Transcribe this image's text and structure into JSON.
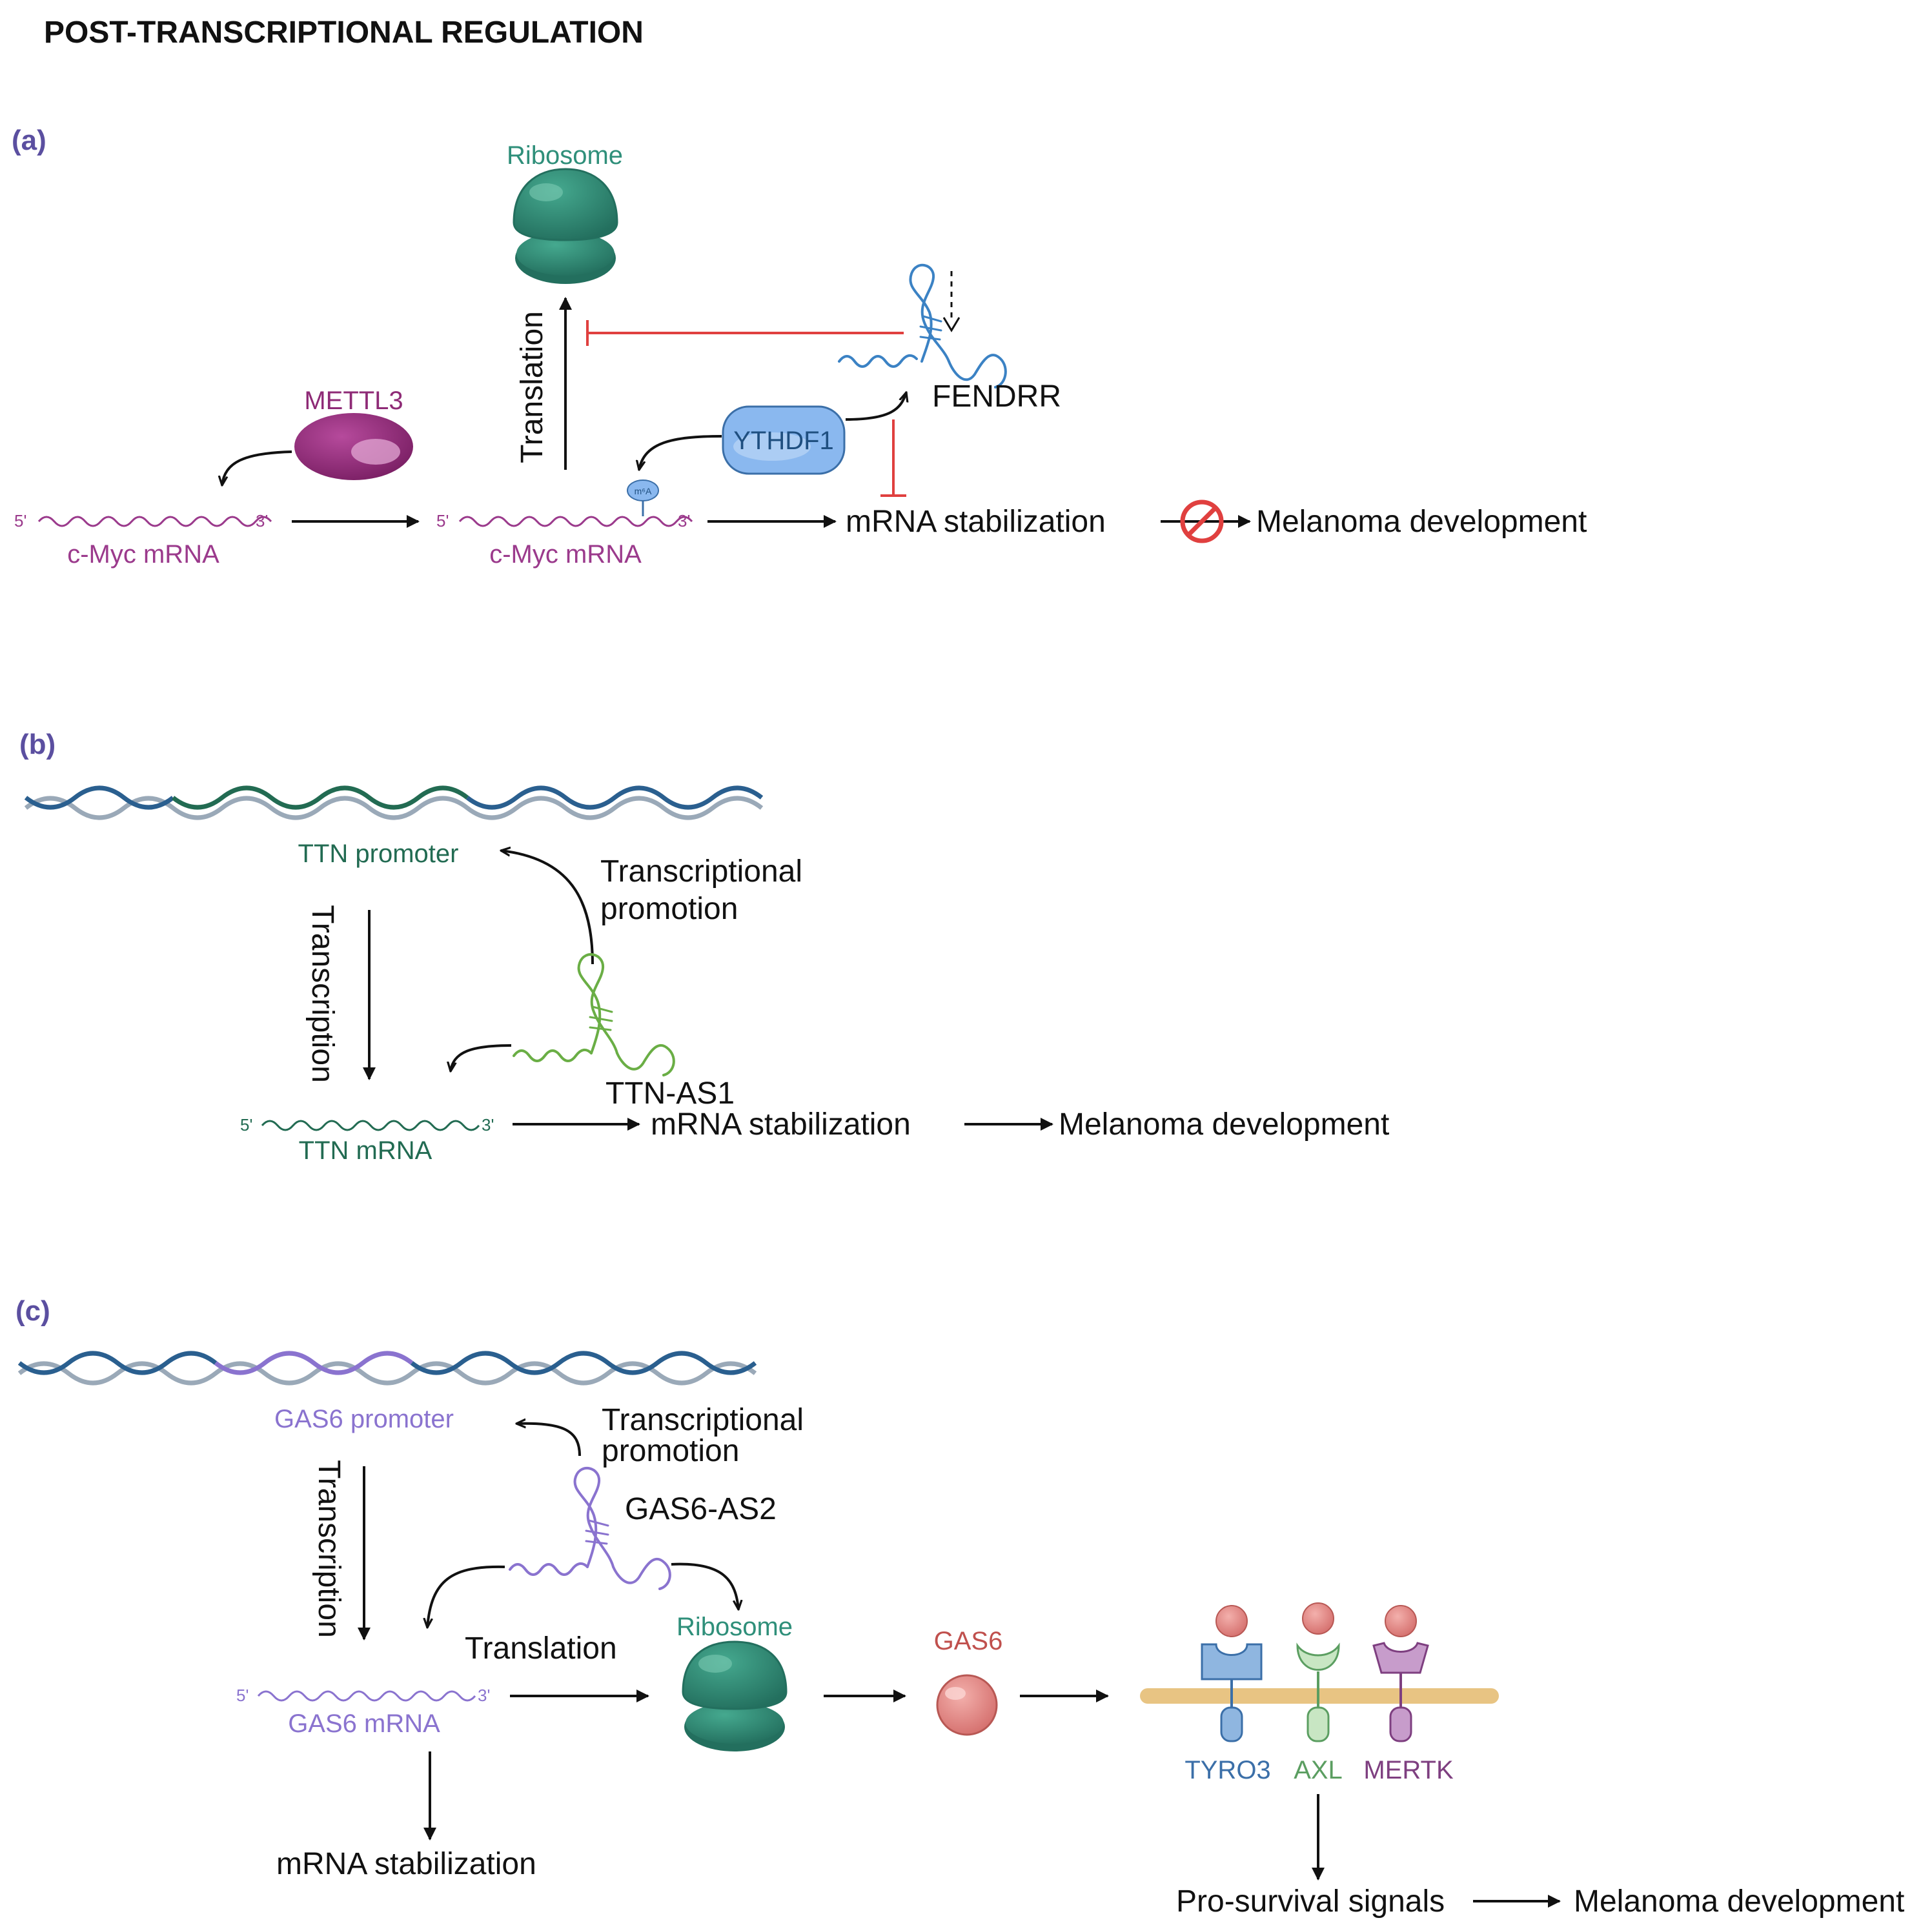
{
  "title": "POST-TRANSCRIPTIONAL REGULATION",
  "colors": {
    "panel_label": "#5b4fa0",
    "mettl3": "#8e2a76",
    "myc": "#9b3a8c",
    "ribosome": "#2f8f7a",
    "fendrr": "#3b82c4",
    "ythdf1": "#8ab8ef",
    "ttn": "#226b52",
    "ttn_as1": "#6aae45",
    "gas6_purple": "#8a73cf",
    "gas6_protein": "#e07d7d",
    "membrane": "#e8c483",
    "tyro3": "#5b8dc7",
    "axl": "#68ad6e",
    "mertk": "#8c4a8c",
    "inhibit": "#e0403f"
  },
  "panel_a": {
    "label": "(a)",
    "ribosome": "Ribosome",
    "translation": "Translation",
    "mettl3": "METTL3",
    "ythdf1": "YTHDF1",
    "fendrr": "FENDRR",
    "m6a": "m⁶A",
    "mrna1": {
      "label": "c-Myc mRNA",
      "five": "5'",
      "three": "3'"
    },
    "mrna2": {
      "label": "c-Myc mRNA",
      "five": "5'",
      "three": "3'"
    },
    "stabilization": "mRNA stabilization",
    "outcome": "Melanoma development",
    "block_icon": "no-entry-icon"
  },
  "panel_b": {
    "label": "(b)",
    "promoter": "TTN promoter",
    "transcription": "Transcription",
    "promotion_line1": "Transcriptional",
    "promotion_line2": "promotion",
    "lncrna": "TTN-AS1",
    "mrna": {
      "label": "TTN mRNA",
      "five": "5'",
      "three": "3'"
    },
    "stabilization": "mRNA stabilization",
    "outcome": "Melanoma development"
  },
  "panel_c": {
    "label": "(c)",
    "promoter": "GAS6 promoter",
    "transcription": "Transcription",
    "promotion_line1": "Transcriptional",
    "promotion_line2": "promotion",
    "lncrna": "GAS6-AS2",
    "mrna": {
      "label": "GAS6 mRNA",
      "five": "5'",
      "three": "3'"
    },
    "translation": "Translation",
    "ribosome": "Ribosome",
    "gas6": "GAS6",
    "receptors": [
      "TYRO3",
      "AXL",
      "MERTK"
    ],
    "stabilization": "mRNA stabilization",
    "signals": "Pro-survival signals",
    "outcome": "Melanoma development"
  }
}
